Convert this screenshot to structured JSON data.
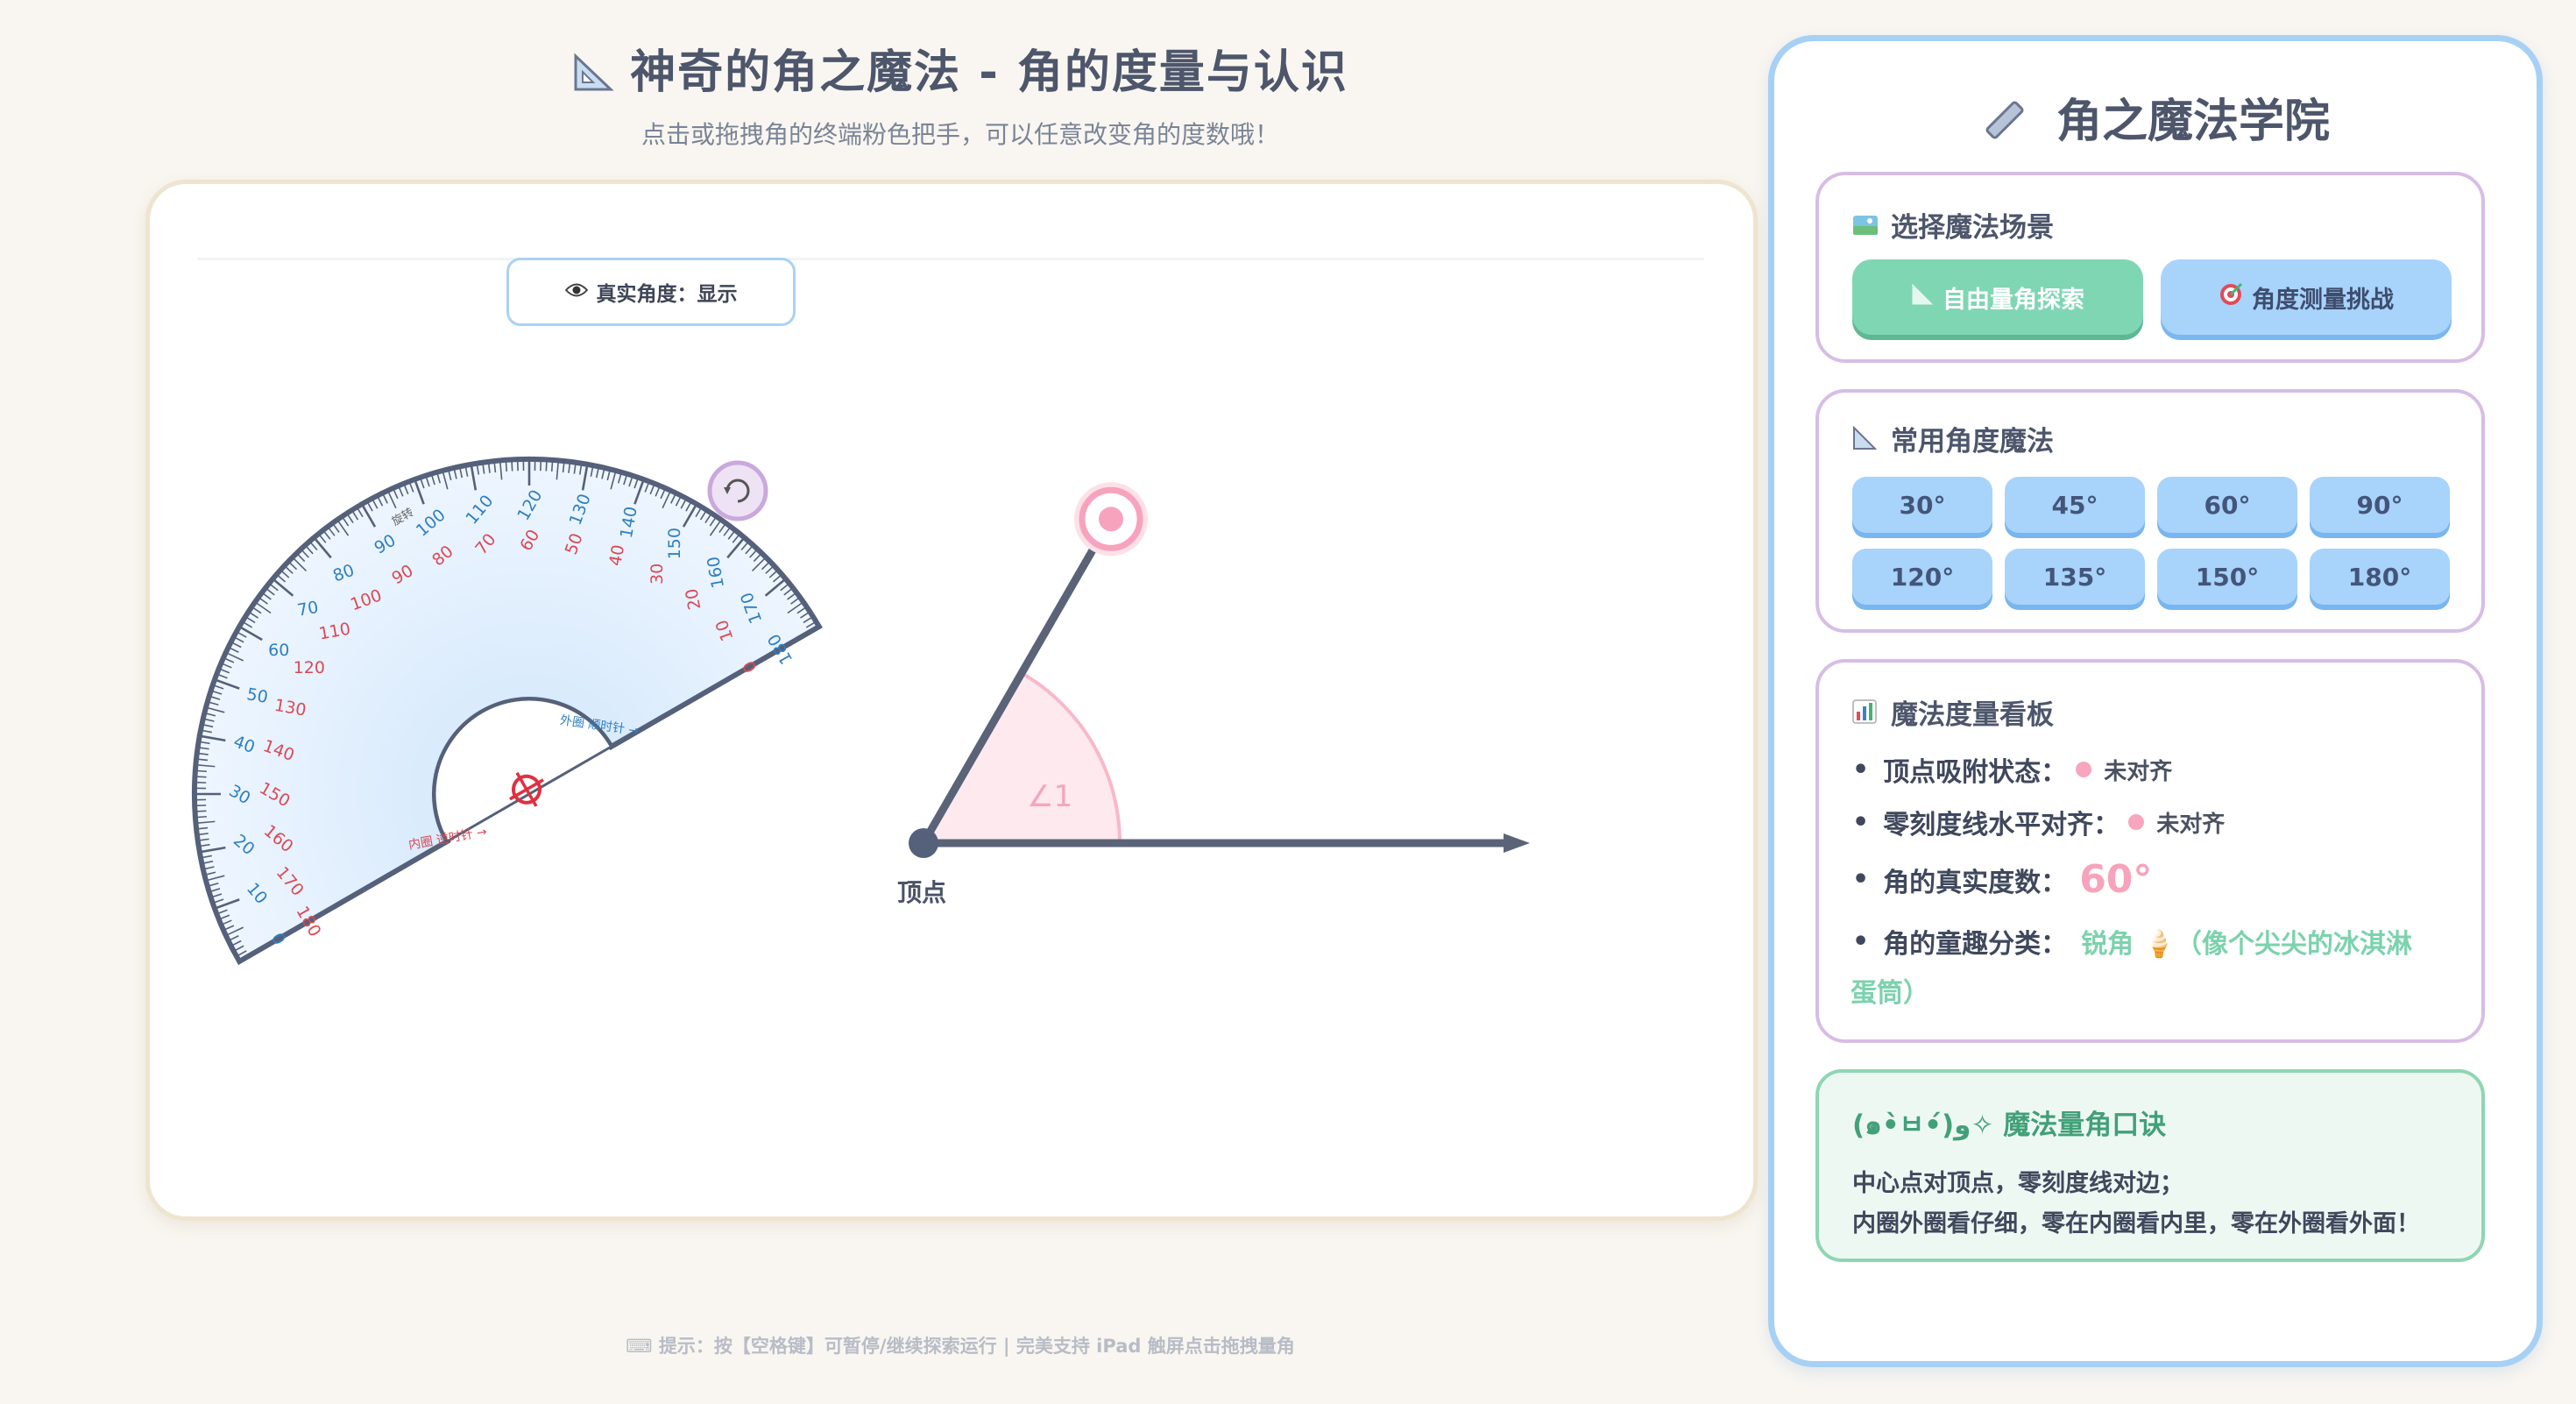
{
  "header": {
    "icon": "triangle-ruler-icon",
    "title": "神奇的角之魔法 - 角的度量与认识",
    "subtitle": "点击或拖拽角的终端粉色把手，可以任意改变角的度数哦！"
  },
  "canvas": {
    "toggle_label": "真实角度：显示",
    "toggle_icon": "eye-icon",
    "vertex_label": "顶点",
    "angle_label": "∠1",
    "angle_degrees": 60,
    "protractor_rotation_deg": -30,
    "protractor_outer_scale": [
      "0",
      "10",
      "20",
      "30",
      "40",
      "50",
      "60",
      "70",
      "80",
      "90",
      "100",
      "110",
      "120",
      "130",
      "140",
      "150",
      "160",
      "170",
      "180"
    ],
    "protractor_inner_scale": [
      "180",
      "170",
      "160",
      "150",
      "140",
      "130",
      "120",
      "110",
      "100",
      "90",
      "80",
      "70",
      "60",
      "50",
      "40",
      "30",
      "20",
      "10",
      "0"
    ],
    "protractor_inner_hint": "内圈 逆时针 →",
    "protractor_outer_hint": "外圈 顺时针 →",
    "protractor_rotate_hint": "旋转",
    "colors": {
      "ray": "#5a6378",
      "handle": "#f7a3bd",
      "arc_fill": "#fde3ea",
      "outer_scale": "#2f7fc1",
      "inner_scale": "#d94a55"
    }
  },
  "footer": {
    "tip": "⌨ 提示：按【空格键】可暂停/继续探索运行 | 完美支持 iPad 触屏点击拖拽量角"
  },
  "sidebar": {
    "title": "角之魔法学院",
    "title_icon": "ruler-icon",
    "scene": {
      "heading": "选择魔法场景",
      "heading_icon": "map-icon",
      "buttons": [
        {
          "label": "自由量角探索",
          "icon": "triangle-ruler-icon"
        },
        {
          "label": "角度测量挑战",
          "icon": "target-icon"
        }
      ]
    },
    "presets": {
      "heading": "常用角度魔法",
      "heading_icon": "triangle-ruler-icon",
      "angles": [
        "30°",
        "45°",
        "60°",
        "90°",
        "120°",
        "135°",
        "150°",
        "180°"
      ]
    },
    "board": {
      "heading": "魔法度量看板",
      "heading_icon": "bar-chart-icon",
      "vertex_snap_label": "顶点吸附状态：",
      "vertex_snap_value": "未对齐",
      "zero_line_label": "零刻度线水平对齐：",
      "zero_line_value": "未对齐",
      "true_degree_label": "角的真实度数：",
      "true_degree_value": "60°",
      "category_label": "角的童趣分类：",
      "category_value": "锐角 🍦（像个尖尖的冰淇淋",
      "category_value_cont": "蛋筒）"
    },
    "rhyme": {
      "heading": "(๑•̀ㅂ•́)و✧ 魔法量角口诀",
      "line1": "中心点对顶点，零刻度线对边；",
      "line2": "内圈外圈看仔细，零在内圈看内里，零在外圈看外面！"
    }
  }
}
